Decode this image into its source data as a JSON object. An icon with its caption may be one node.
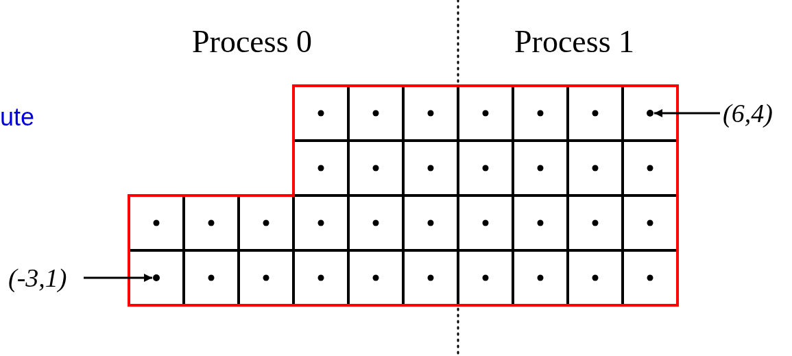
{
  "diagram": {
    "nodes": [
      {
        "text": [
          "(6,4)"
        ]
      },
      {
        "text": [],
        "shape": "circle"
      },
      {
        "text": [
          "(-3,1)"
        ]
      },
      {
        "text": [],
        "shape": "circle"
      }
    ],
    "edges": [
      {
        "from": 0,
        "to": 1,
        "arrow": "to"
      },
      {
        "from": 2,
        "to": 3,
        "arrow": "to"
      }
    ],
    "labels": [
      "Process 0",
      "Process 1",
      "ute"
    ]
  }
}
